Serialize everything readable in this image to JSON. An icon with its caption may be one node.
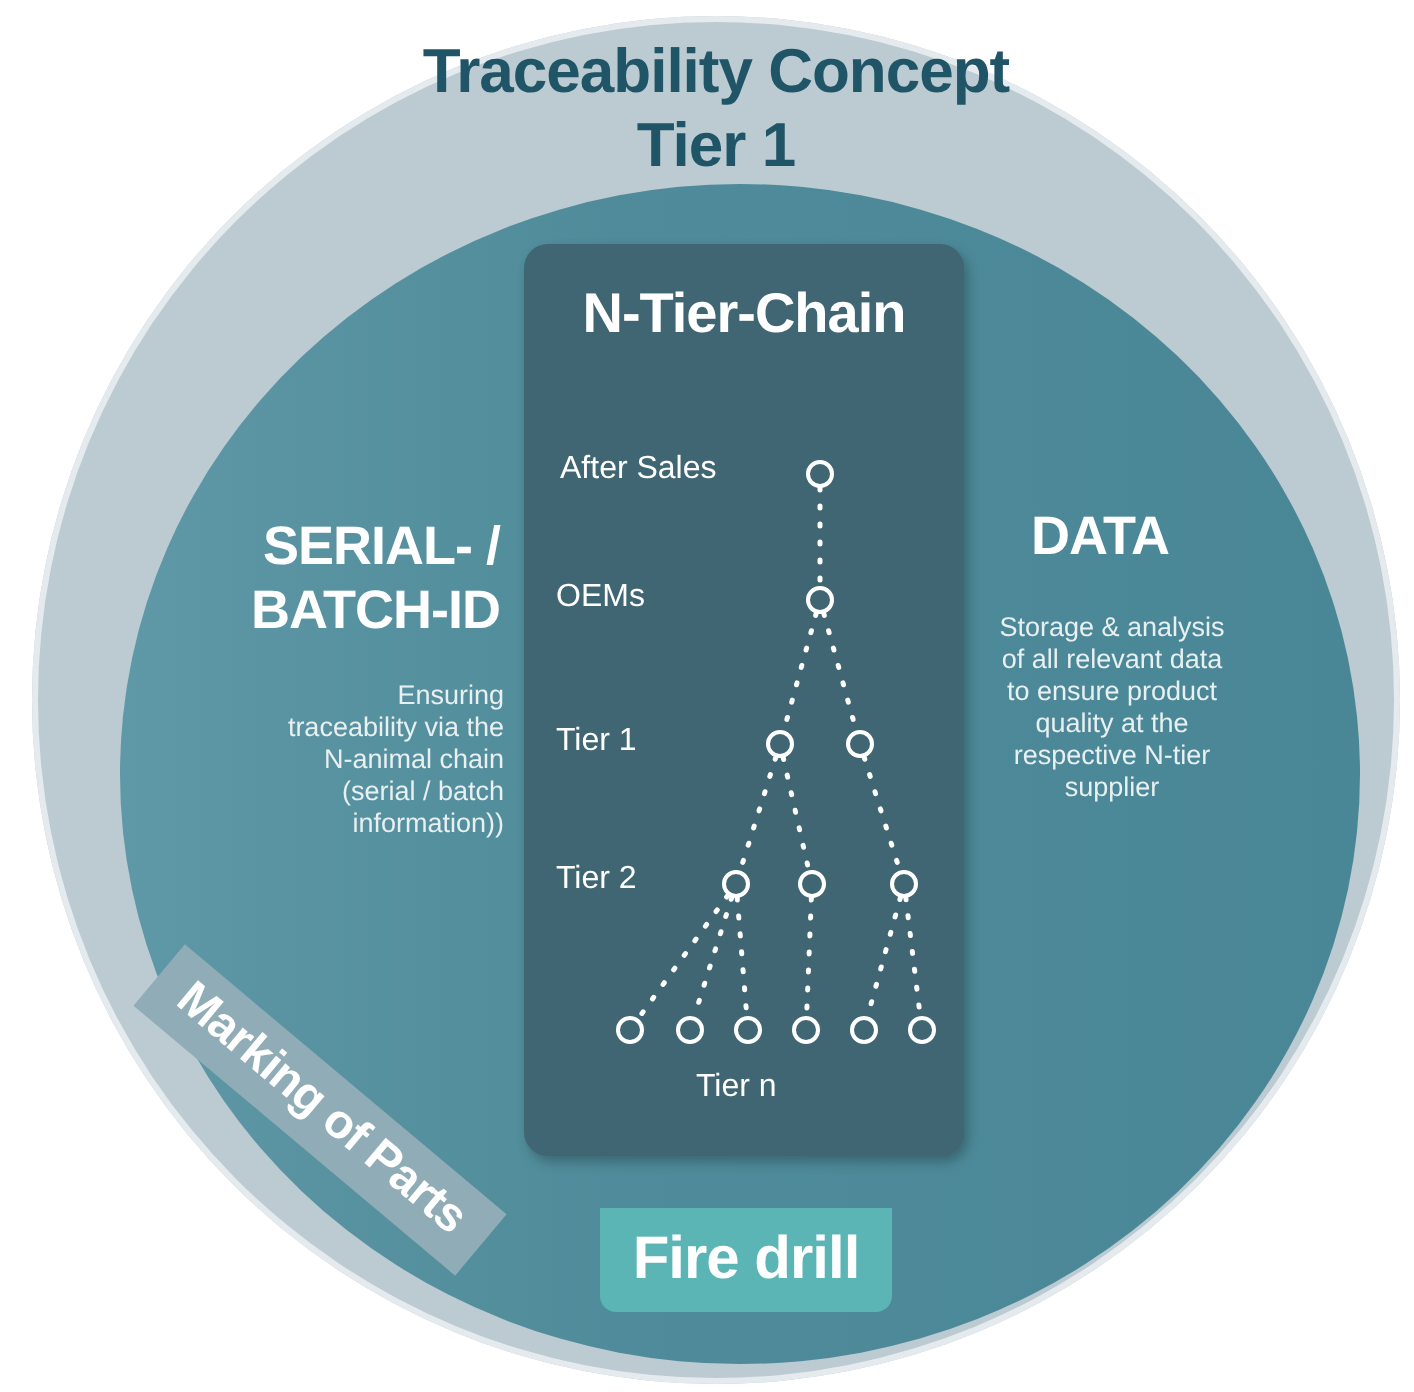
{
  "diagram": {
    "nodes": [
      {
        "text": [
          "Traceability Concept Tier 1"
        ]
      },
      {
        "text": [
          "SERIAL- / BATCH-ID",
          "Ensuring traceability via the N-animal chain (serial / batch information))",
          "DATA",
          "Storage & analysis of all relevant data to ensure product quality at the respective N-tier supplier"
        ],
        "in": 0
      },
      {
        "text": [
          "N-Tier-Chain"
        ],
        "in": 1
      },
      {
        "text": [],
        "shape": "circle",
        "in": 2
      },
      {
        "text": [],
        "shape": "circle",
        "in": 2
      },
      {
        "text": [],
        "shape": "circle",
        "in": 2
      },
      {
        "text": [],
        "shape": "circle",
        "in": 2
      },
      {
        "text": [],
        "shape": "circle",
        "in": 2
      },
      {
        "text": [],
        "shape": "circle",
        "in": 2
      },
      {
        "text": [],
        "shape": "circle",
        "in": 2
      },
      {
        "text": [],
        "shape": "circle",
        "in": 2
      },
      {
        "text": [],
        "shape": "circle",
        "in": 2
      },
      {
        "text": [],
        "shape": "circle",
        "in": 2
      },
      {
        "text": [],
        "shape": "circle",
        "in": 2
      },
      {
        "text": [],
        "shape": "circle",
        "in": 2
      },
      {
        "text": [],
        "shape": "circle",
        "in": 2
      },
      {
        "text": [
          "Marking of Parts"
        ],
        "in": 1
      },
      {
        "text": [
          "Fire drill"
        ],
        "in": 1
      }
    ],
    "edges": [
      {
        "from": 3,
        "to": 4,
        "arrow": "none",
        "style": "dashed"
      },
      {
        "from": 4,
        "to": 5,
        "arrow": "none",
        "style": "dashed"
      },
      {
        "from": 4,
        "to": 6,
        "arrow": "none",
        "style": "dashed"
      },
      {
        "from": 5,
        "to": 7,
        "arrow": "none",
        "style": "dashed"
      },
      {
        "from": 5,
        "to": 8,
        "arrow": "none",
        "style": "dashed"
      },
      {
        "from": 6,
        "to": 9,
        "arrow": "none",
        "style": "dashed"
      },
      {
        "from": 7,
        "to": 10,
        "arrow": "none",
        "style": "dashed"
      },
      {
        "from": 7,
        "to": 11,
        "arrow": "none",
        "style": "dashed"
      },
      {
        "from": 7,
        "to": 12,
        "arrow": "none",
        "style": "dashed"
      },
      {
        "from": 8,
        "to": 13,
        "arrow": "none",
        "style": "dashed"
      },
      {
        "from": 9,
        "to": 14,
        "arrow": "none",
        "style": "dashed"
      },
      {
        "from": 9,
        "to": 15,
        "arrow": "none",
        "style": "dashed"
      }
    ],
    "labels": [
      "After Sales",
      "OEMs",
      "Tier 1",
      "Tier 2",
      "Tier n"
    ]
  }
}
